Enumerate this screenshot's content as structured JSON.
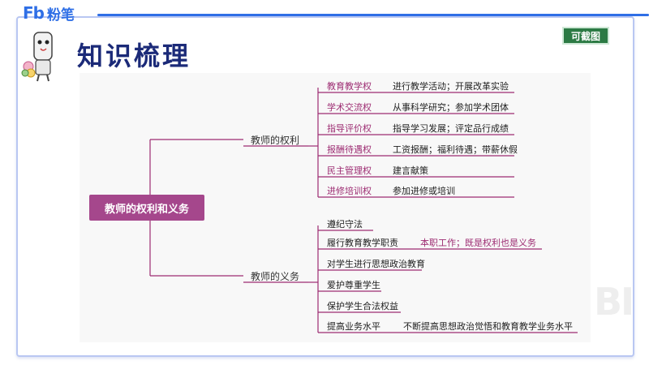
{
  "brand": {
    "logo": "Fb",
    "name": "粉笔"
  },
  "title": "知识梳理",
  "badge": "可截图",
  "watermark": "BI",
  "mindmap": {
    "root": "教师的权利和义务",
    "rights": {
      "label": "教师的权利",
      "items": [
        {
          "name": "教育教学权",
          "desc": "进行教学活动；开展改革实验"
        },
        {
          "name": "学术交流权",
          "desc": "从事科学研究；参加学术团体"
        },
        {
          "name": "指导评价权",
          "desc": "指导学习发展；评定品行成绩"
        },
        {
          "name": "报酬待遇权",
          "desc": "工资报酬；福利待遇；带薪休假"
        },
        {
          "name": "民主管理权",
          "desc": "建言献策"
        },
        {
          "name": "进修培训权",
          "desc": "参加进修或培训"
        }
      ]
    },
    "duties": {
      "label": "教师的义务",
      "items": [
        {
          "name": "遵纪守法",
          "desc": ""
        },
        {
          "name": "履行教育教学职责",
          "desc": "本职工作；既是权利也是义务"
        },
        {
          "name": "对学生进行思想政治教育",
          "desc": ""
        },
        {
          "name": "爱护尊重学生",
          "desc": ""
        },
        {
          "name": "保护学生合法权益",
          "desc": ""
        },
        {
          "name": "提高业务水平",
          "desc": "不断提高思想政治觉悟和教育教学业务水平"
        }
      ]
    }
  }
}
